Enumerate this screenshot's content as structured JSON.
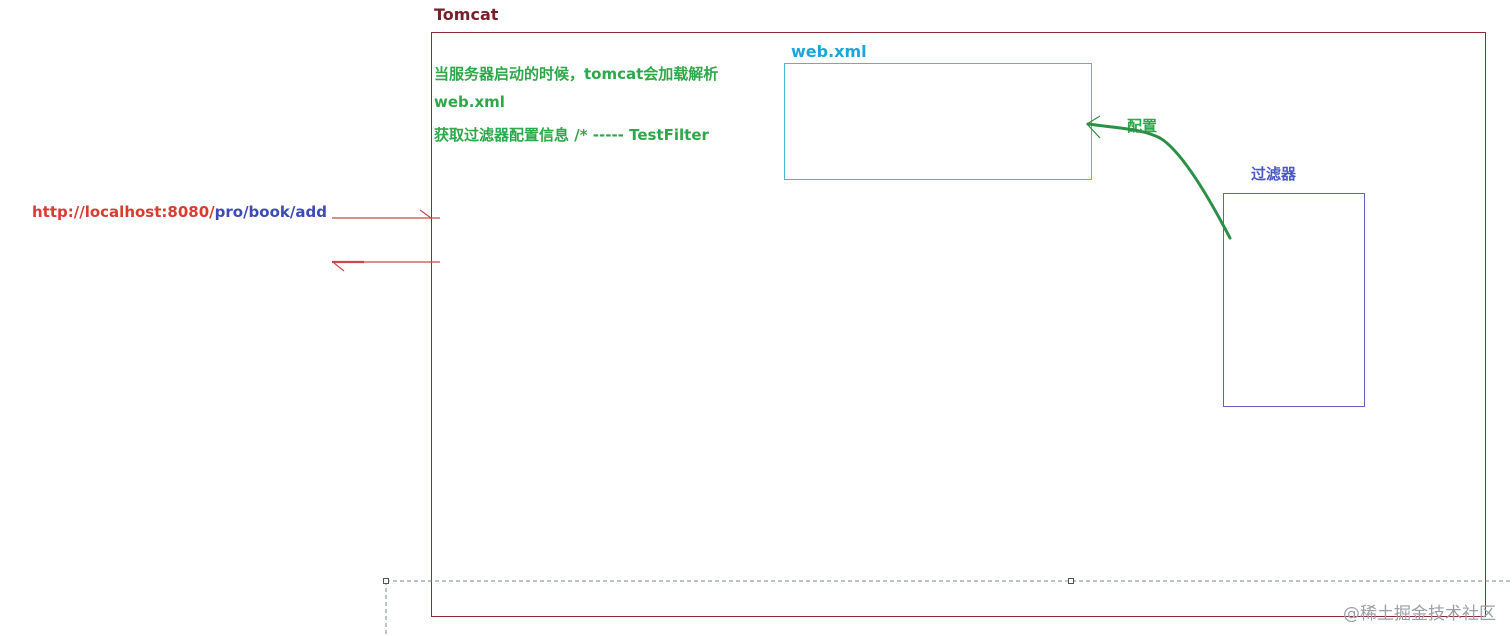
{
  "tomcat": {
    "title": "Tomcat"
  },
  "notes": {
    "line1": "当服务器启动的时候，tomcat会加载解析",
    "line2": "web.xml",
    "line3": "获取过滤器配置信息    /*  -----  TestFilter"
  },
  "webxml": {
    "title": "web.xml"
  },
  "config": {
    "label": "配置"
  },
  "filter": {
    "title": "过滤器"
  },
  "request": {
    "url_host": "http://localhost:8080/",
    "url_path": "pro/book/add"
  },
  "watermark": {
    "text": "@稀土掘金技术社区"
  },
  "colors": {
    "tomcat": "#8e2a3a",
    "green": "#2ea84a",
    "webxml": "#49b8d4",
    "filter": "#5a67b8",
    "request_arrow": "#c84a4a",
    "selection": "#7a8a8a"
  }
}
